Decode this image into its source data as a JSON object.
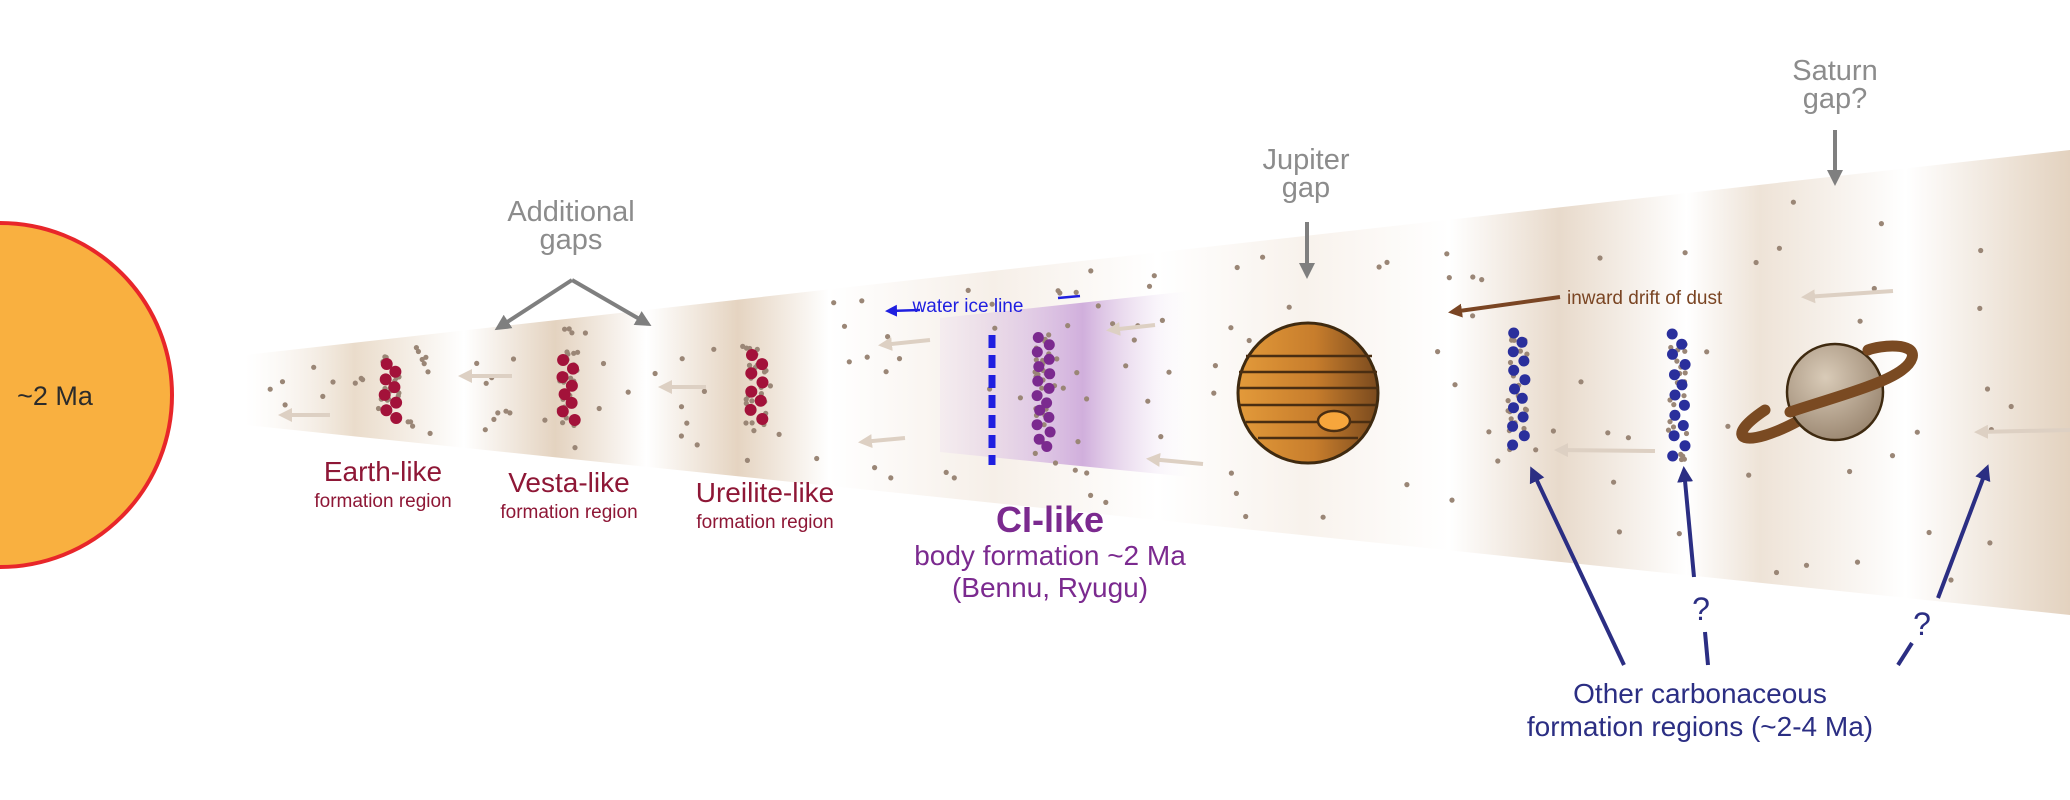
{
  "sun": {
    "label": "~2 Ma",
    "fill": "#f9b040",
    "stroke": "#e8262a"
  },
  "labels": {
    "additional_gaps": [
      "Additional",
      "gaps"
    ],
    "jupiter_gap": [
      "Jupiter",
      "gap"
    ],
    "saturn_gap": [
      "Saturn",
      "gap?"
    ],
    "water_ice_line": "water ice line",
    "inward_drift": "inward drift of dust",
    "question_mark": "?"
  },
  "regions": [
    {
      "title": "Earth-like",
      "subtitle": "formation region"
    },
    {
      "title": "Vesta-like",
      "subtitle": "formation region"
    },
    {
      "title": "Ureilite-like",
      "subtitle": "formation region"
    }
  ],
  "ci_like": {
    "title": "CI-like",
    "line1": "body formation ~2 Ma",
    "line2": "(Bennu, Ryugu)"
  },
  "carbonaceous": {
    "line1": "Other carbonaceous",
    "line2": "formation regions (~2-4 Ma)"
  },
  "colors": {
    "gray_text": "#8c8c8c",
    "arrow_gray": "#7f7f7f",
    "inner_body": "#a3123a",
    "ci_body": "#7b2a8f",
    "carbon_body": "#2a2f9c",
    "navy": "#2b2e83",
    "ice_line": "#1f1fe0",
    "drift_brown": "#7a4523",
    "disk": "#e6d6c4",
    "dust": "#9a8676"
  }
}
